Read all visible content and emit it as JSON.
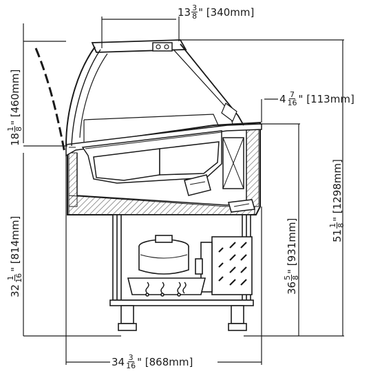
{
  "dimensions": {
    "top_width": {
      "whole": "13",
      "num": "3",
      "den": "8",
      "unit": "\"",
      "metric": "[340mm]"
    },
    "front_height": {
      "whole": "18",
      "num": "1",
      "den": "8",
      "unit": "\"",
      "metric": "[460mm]"
    },
    "counter_height": {
      "whole": "32",
      "num": "1",
      "den": "16",
      "unit": "\"",
      "metric": "[814mm]"
    },
    "rear_ledge": {
      "whole": "4",
      "num": "7",
      "den": "16",
      "unit": "\"",
      "metric": "[113mm]"
    },
    "rear_height": {
      "whole": "36",
      "num": "5",
      "den": "8",
      "unit": "\"",
      "metric": "[931mm]"
    },
    "overall_height": {
      "whole": "51",
      "num": "1",
      "den": "8",
      "unit": "\"",
      "metric": "[1298mm]"
    },
    "overall_depth": {
      "whole": "34",
      "num": "3",
      "den": "16",
      "unit": "\"",
      "metric": "[868mm]"
    }
  },
  "colors": {
    "line": "#1a1a1a",
    "hatch": "#555555",
    "fill": "#ffffff"
  }
}
